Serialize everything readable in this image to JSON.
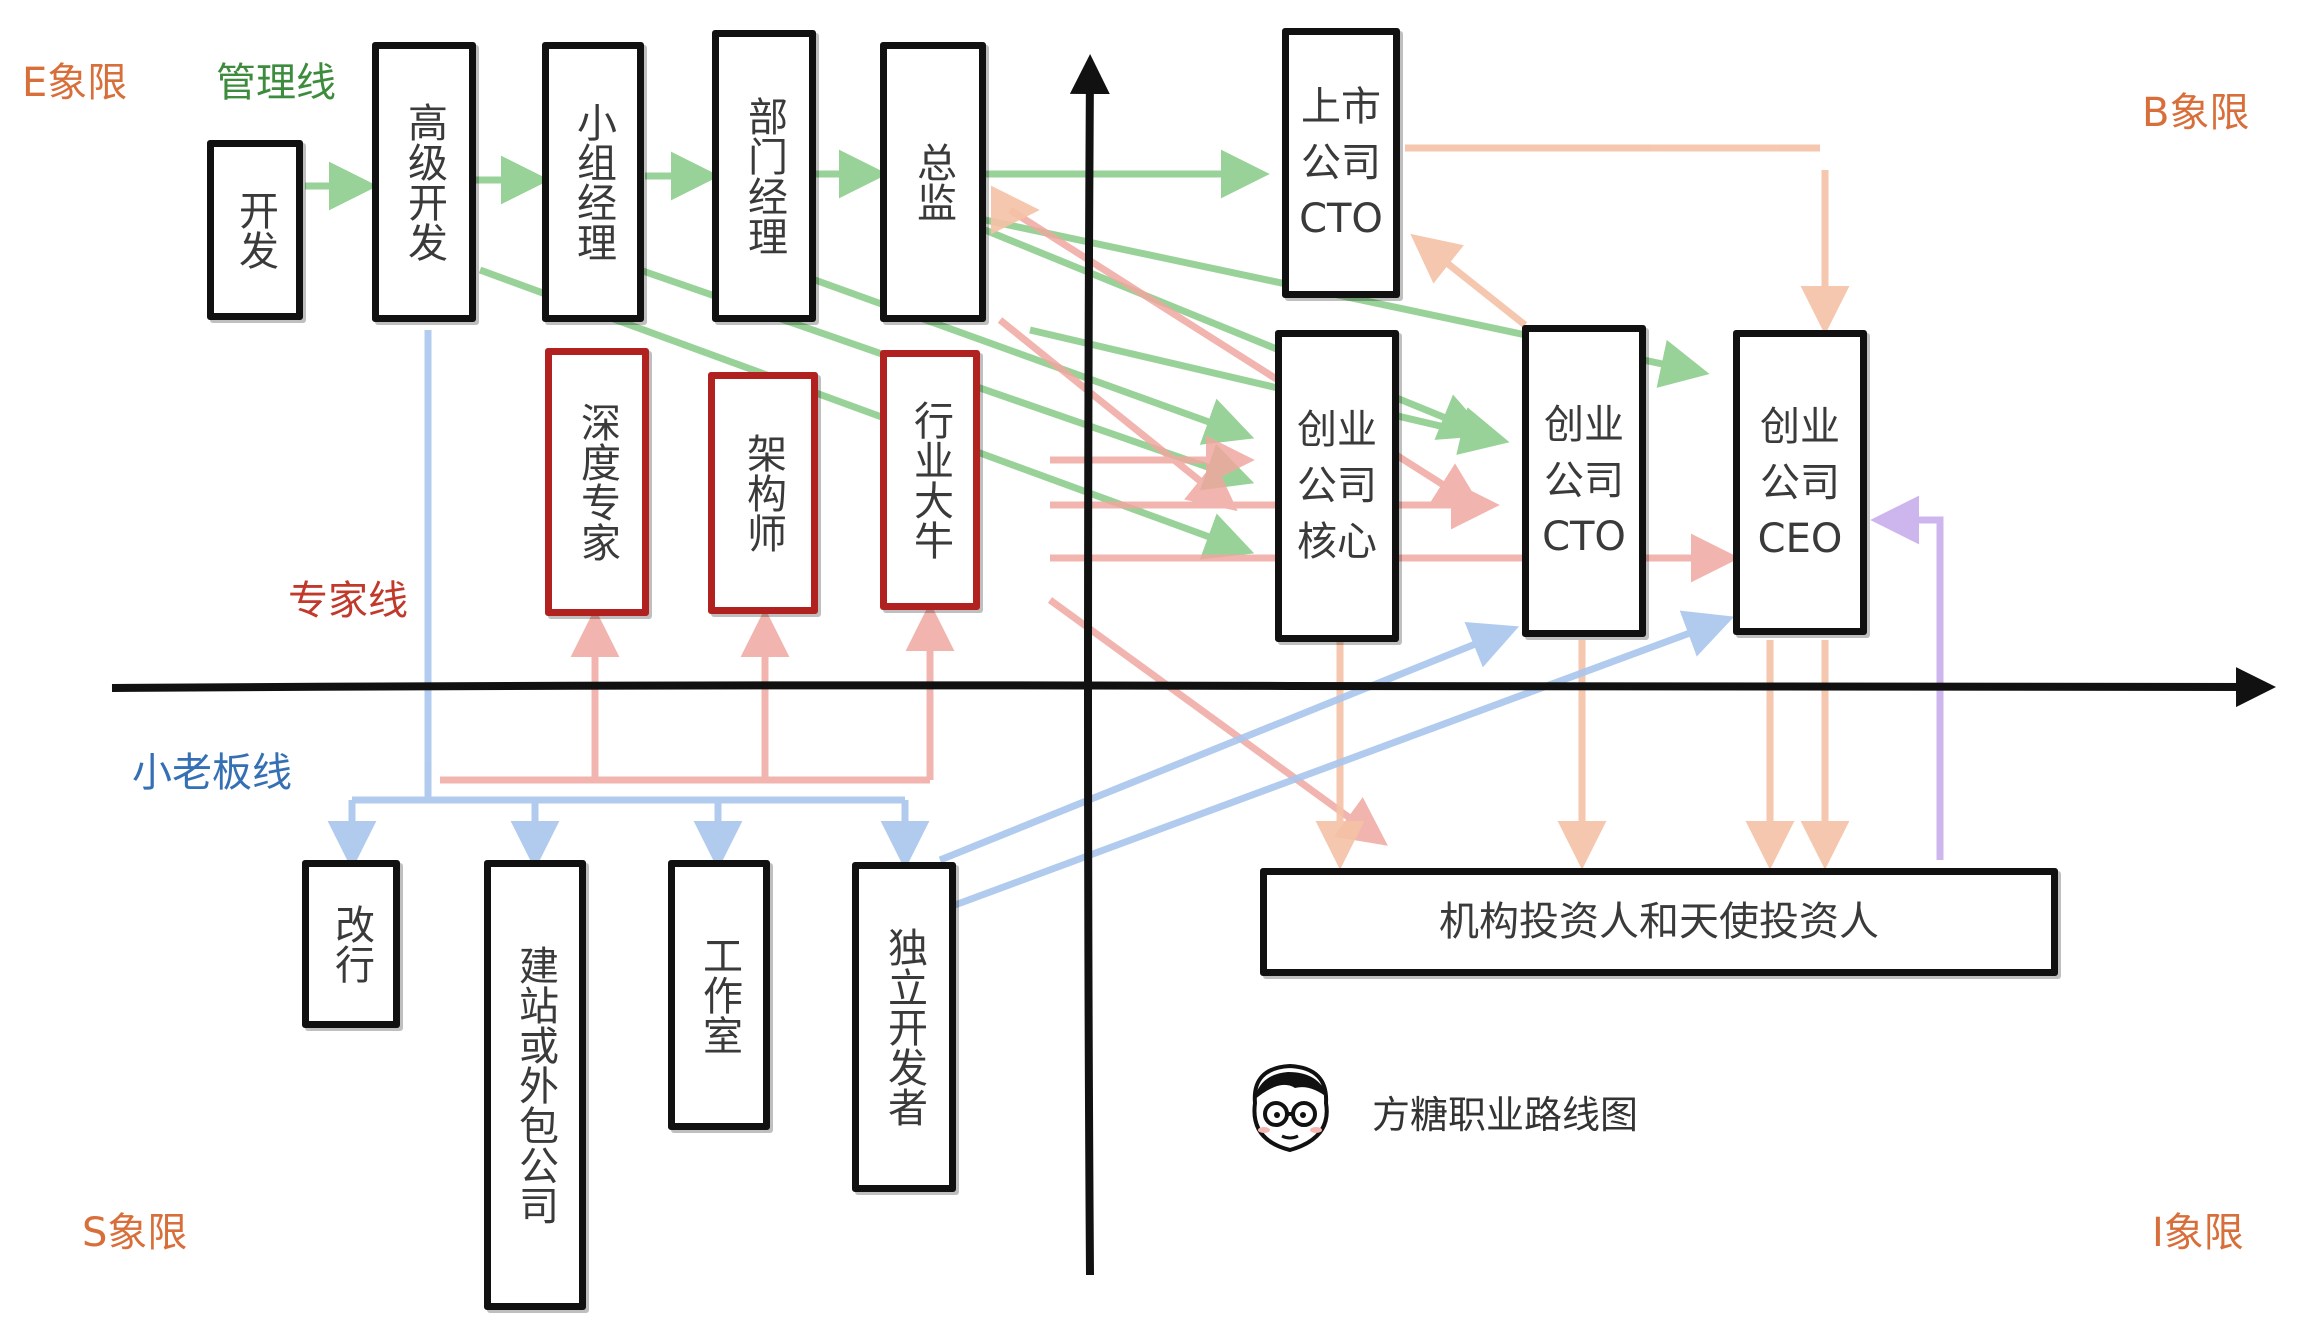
{
  "quadrants": {
    "e": "E象限",
    "b": "B象限",
    "s": "S象限",
    "i": "I象限"
  },
  "lines": {
    "management": "管理线",
    "expert": "专家线",
    "small_boss": "小老板线"
  },
  "management_boxes": [
    "开发",
    "高级开发",
    "小组经理",
    "部门经理",
    "总监"
  ],
  "expert_boxes": [
    "深度专家",
    "架构师",
    "行业大牛"
  ],
  "small_boss_boxes": [
    "改行",
    "建站或外包公司",
    "工作室",
    "独立开发者"
  ],
  "b_boxes": {
    "listed_cto": "上市\n公司\nCTO",
    "startup_core": "创业\n公司\n核心",
    "startup_cto": "创业\n公司\nCTO",
    "startup_ceo": "创业\n公司\nCEO"
  },
  "investors": "机构投资人和天使投资人",
  "brand": "方糖职业路线图",
  "colors": {
    "management": "#8fce8f",
    "expert": "#f0a7a0",
    "small_boss": "#a9c6ee",
    "peach": "#f5c2a6",
    "purple": "#cdb6ee"
  }
}
